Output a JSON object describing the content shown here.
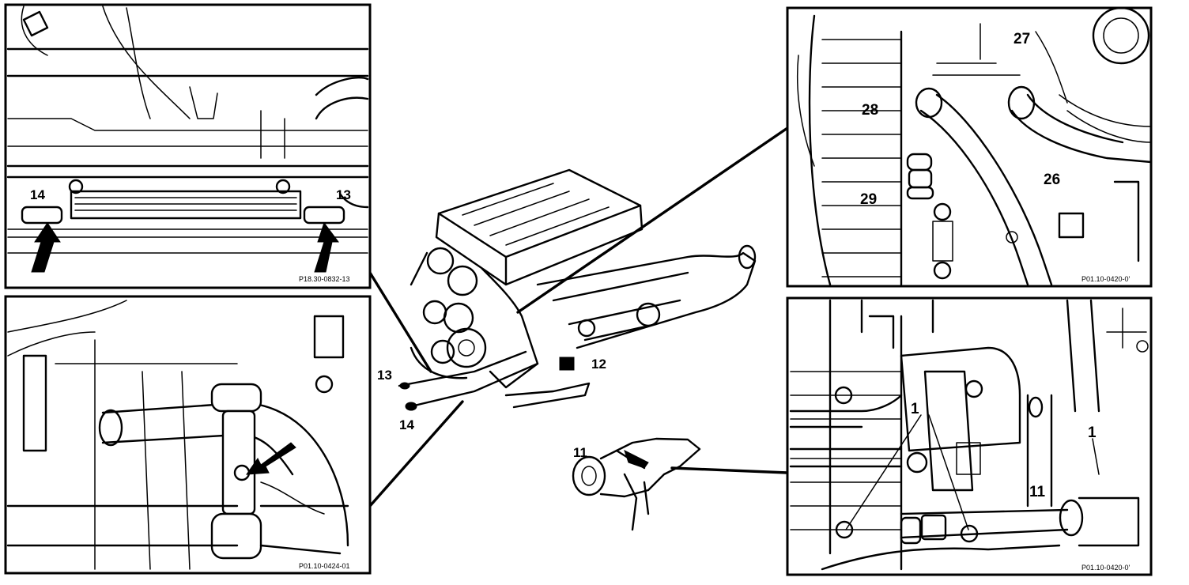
{
  "callouts": {
    "c11_center": "11",
    "c12": "12",
    "c13_center": "13",
    "c14_center": "14",
    "c13_topleft": "13",
    "c14_topleft": "14",
    "c26": "26",
    "c27": "27",
    "c28": "28",
    "c29": "29",
    "c1_a": "1",
    "c1_b": "1",
    "c11_bottomright": "11"
  },
  "reference_codes": {
    "top_left": "P18.30-0832-13",
    "bottom_left": "P01.10-0424-01",
    "top_right": "P01.10-0420-0'",
    "bottom_right": "P01.10-0420-0'"
  },
  "colors": {
    "ink": "#000000",
    "paper": "#ffffff"
  }
}
